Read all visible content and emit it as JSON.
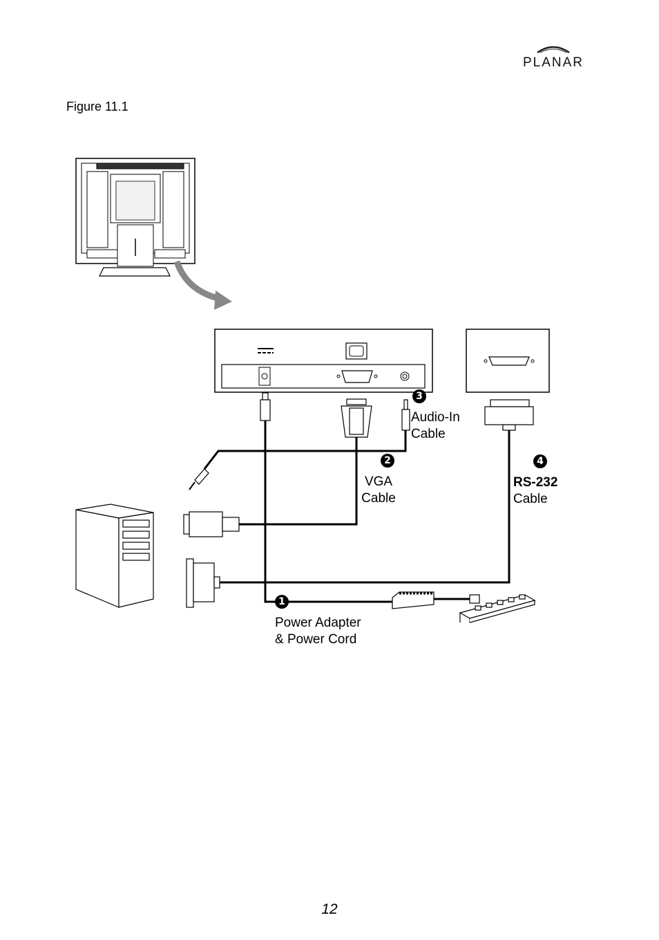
{
  "header": {
    "brand": "PLANAR"
  },
  "figure": {
    "caption": "Figure 11.1",
    "labels": {
      "audio_line1": "Audio-In",
      "audio_line2": "Cable",
      "vga_line1": "VGA",
      "vga_line2": "Cable",
      "rs232_line1": "RS-232",
      "rs232_line2": "Cable",
      "power_line1": "Power Adapter",
      "power_line2": "& Power Cord"
    },
    "badges": {
      "power": "1",
      "vga": "2",
      "audio": "3",
      "rs232": "4"
    }
  },
  "footer": {
    "page_number": "12"
  }
}
